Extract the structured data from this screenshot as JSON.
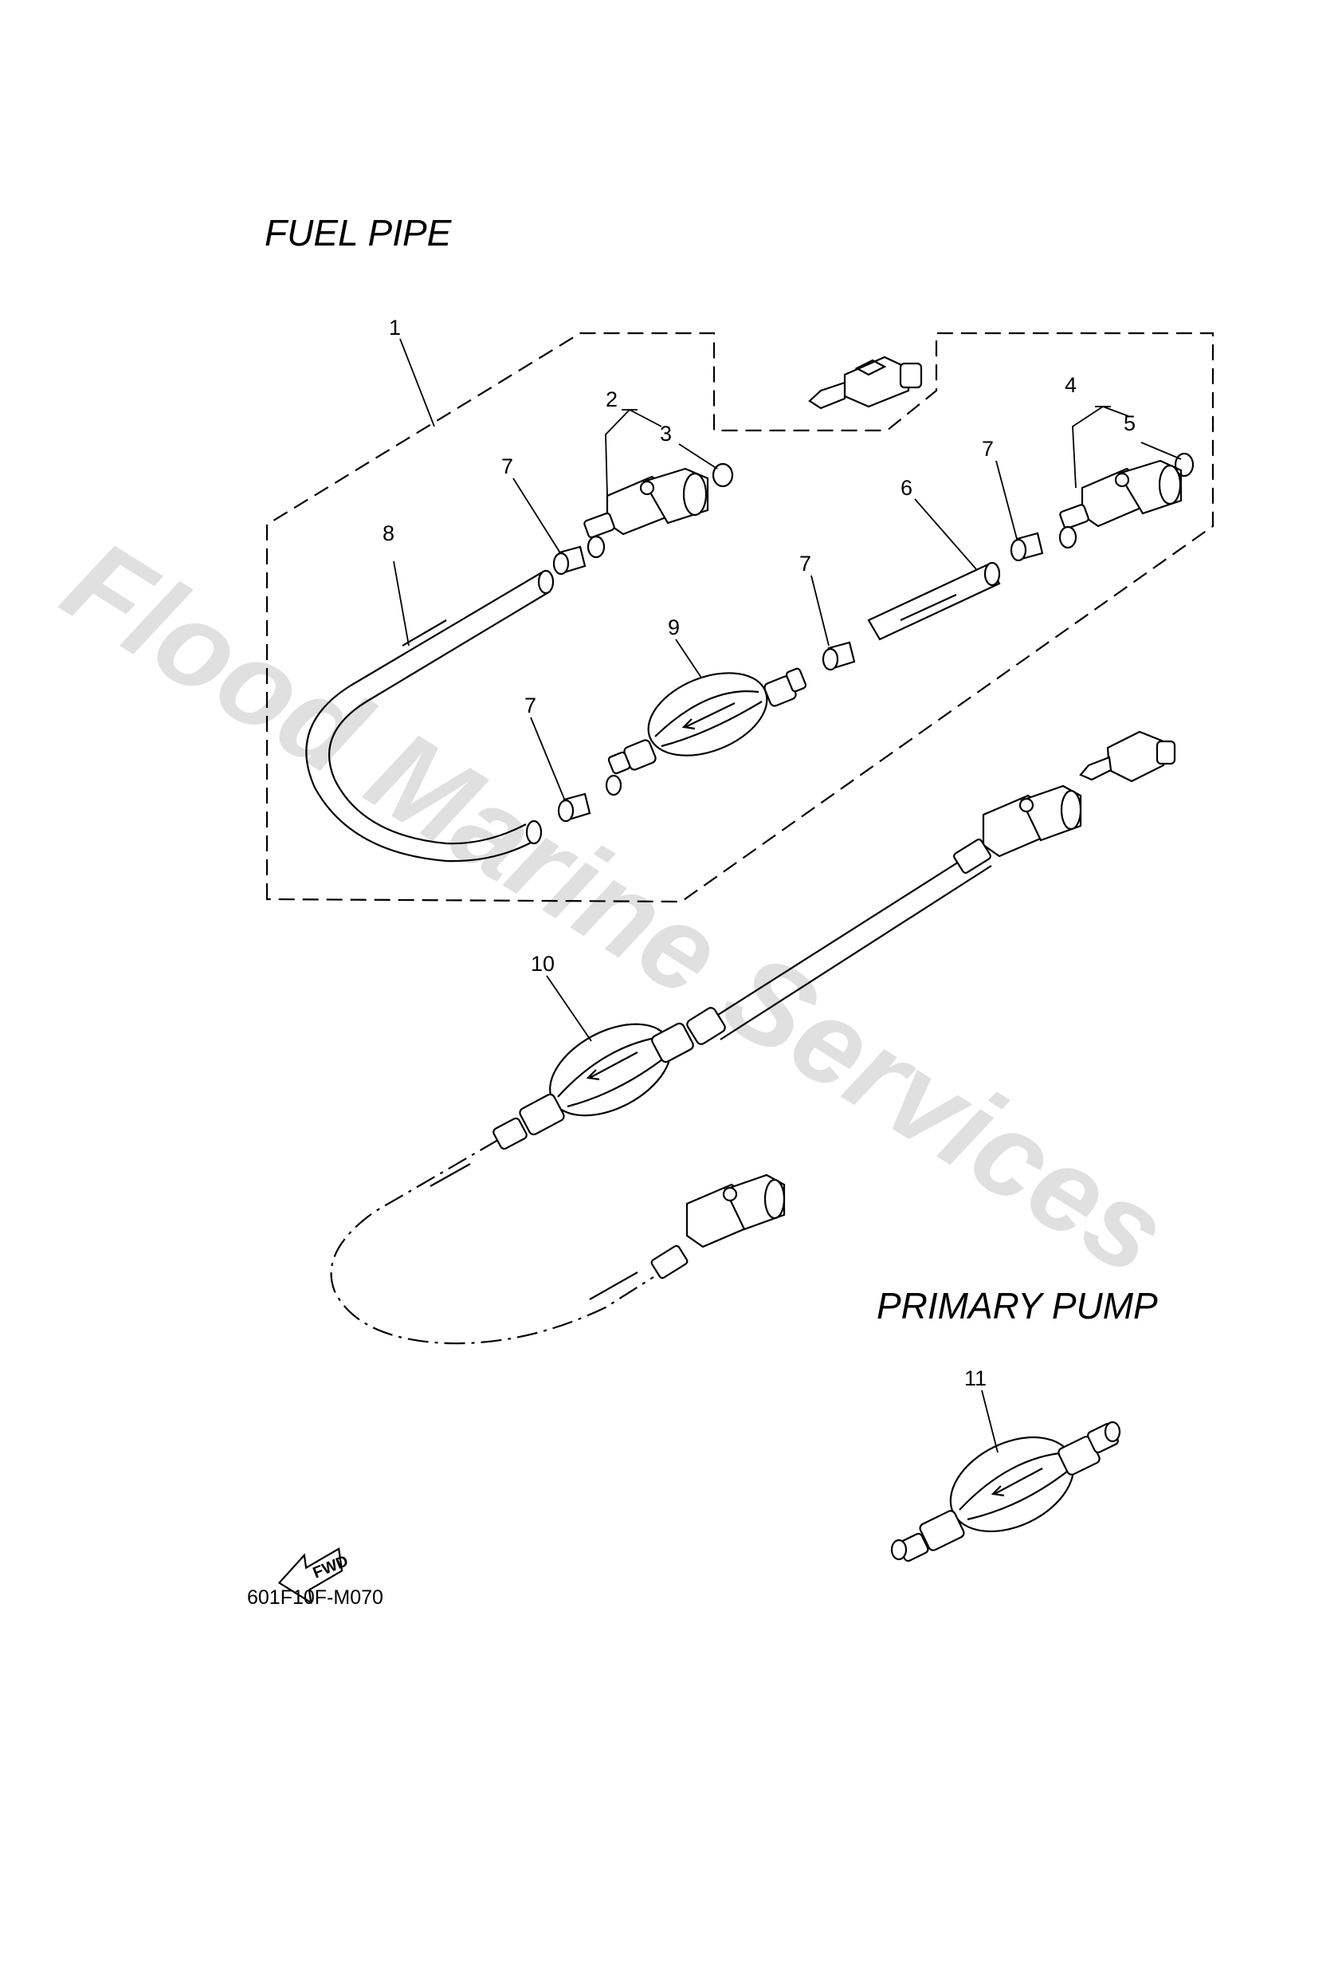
{
  "watermark": "Flood Marine Services",
  "titles": {
    "fuel_pipe": "FUEL PIPE",
    "primary_pump": "PRIMARY PUMP"
  },
  "callouts": [
    "1",
    "2",
    "3",
    "4",
    "5",
    "6",
    "7",
    "7",
    "7",
    "7",
    "8",
    "9",
    "10",
    "11"
  ],
  "fwd_label": "FWD",
  "diagram_code": "601F10F-M070",
  "icons": [
    "fuel-connector-icon",
    "fuel-pump-bulb-icon",
    "hose-icon",
    "clip-icon",
    "o-ring-icon",
    "fwd-arrow-icon"
  ]
}
